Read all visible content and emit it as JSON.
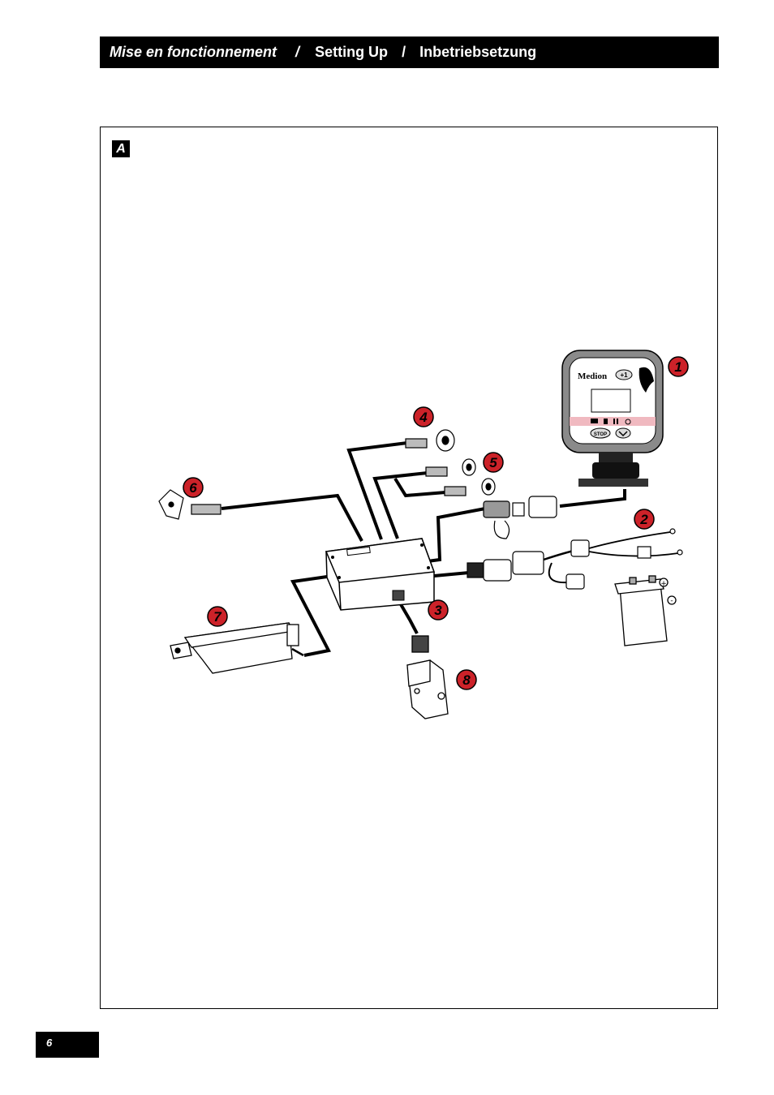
{
  "header": {
    "title_fr": "Mise en fonctionnement",
    "sep1": "/",
    "title_en": "Setting Up",
    "sep2": "/",
    "title_de": "Inbetriebsetzung"
  },
  "figure": {
    "label": "A",
    "console": {
      "brand": "Medion",
      "button_plus": "+1",
      "button_stop": "STOP"
    },
    "battery": {
      "plus": "+",
      "minus": "-"
    },
    "callouts": [
      "1",
      "2",
      "3",
      "4",
      "5",
      "6",
      "7",
      "8"
    ],
    "callout_color": "#cc2229"
  },
  "footer": {
    "page_number": "6"
  }
}
